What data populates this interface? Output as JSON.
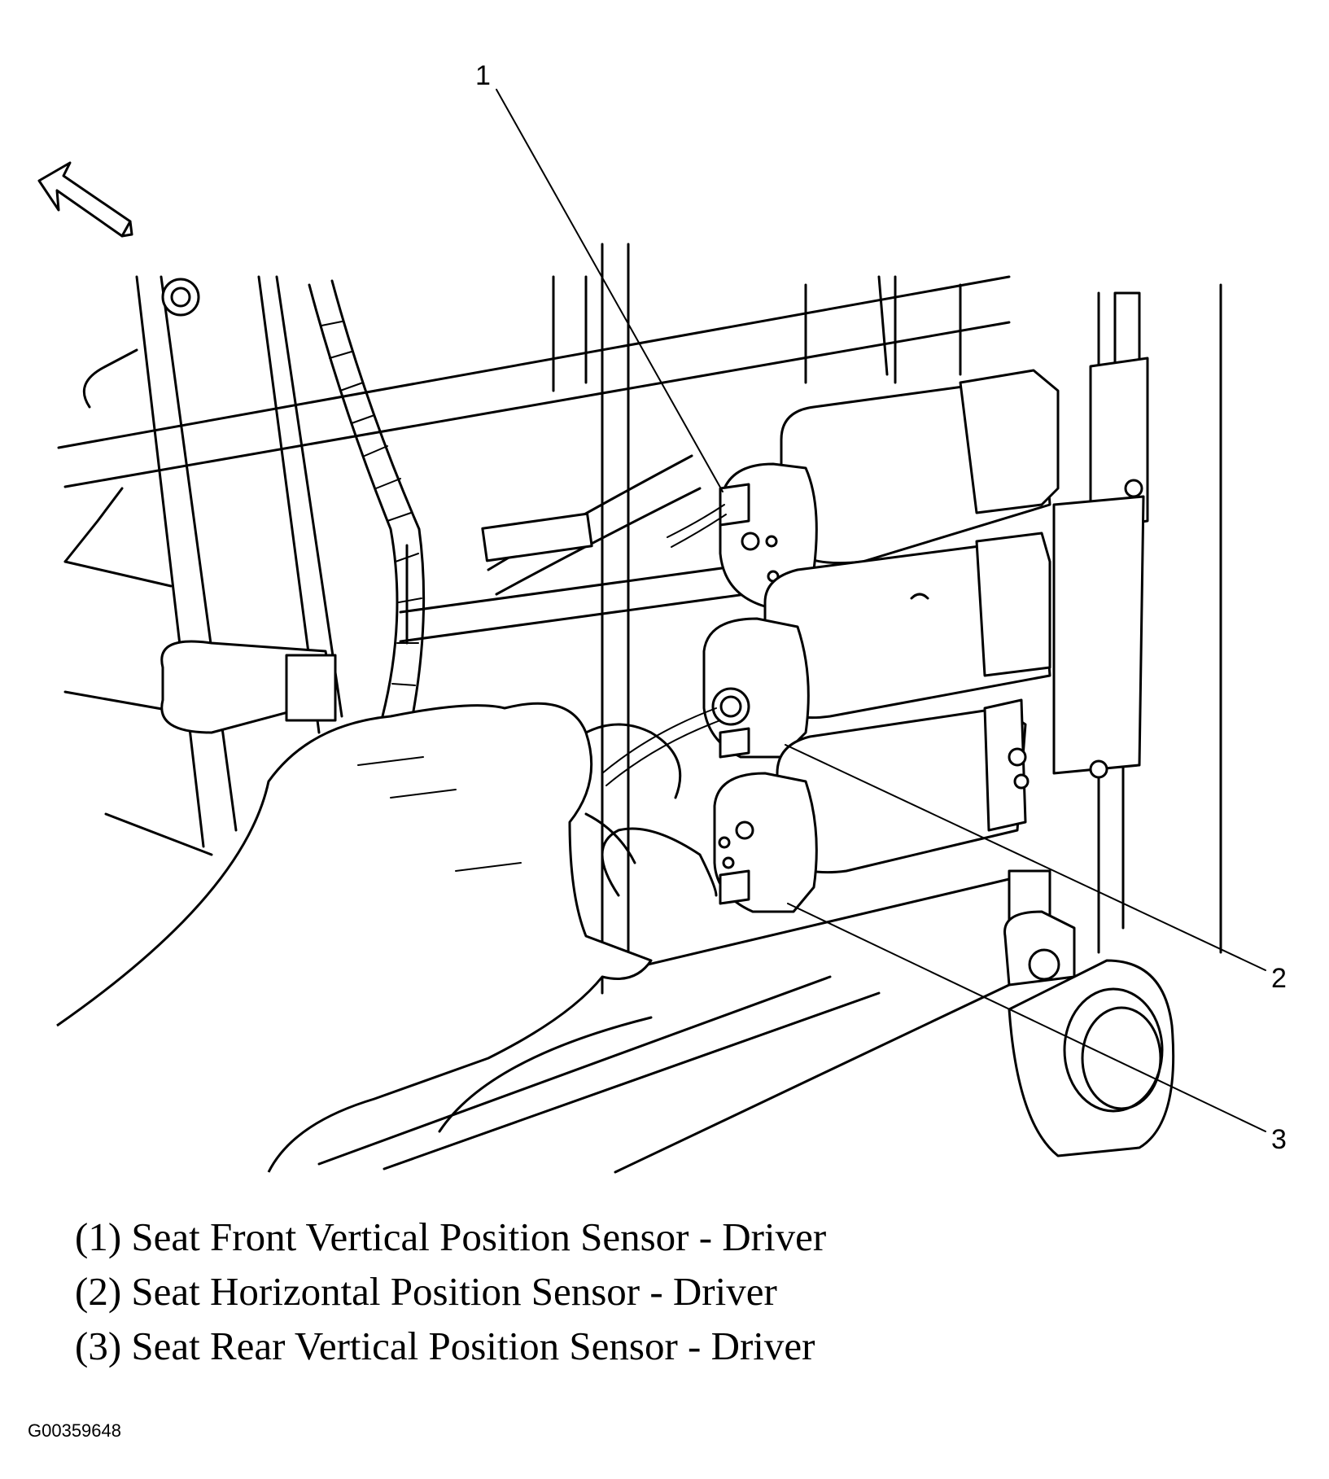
{
  "callouts": [
    {
      "number": "1"
    },
    {
      "number": "2"
    },
    {
      "number": "3"
    }
  ],
  "legend": [
    "(1) Seat Front Vertical Position Sensor - Driver",
    "(2) Seat Horizontal Position Sensor - Driver",
    "(3) Seat Rear Vertical Position Sensor - Driver"
  ],
  "figure_id": "G00359648",
  "icons": {
    "direction_arrow": "front-direction-arrow-icon"
  }
}
